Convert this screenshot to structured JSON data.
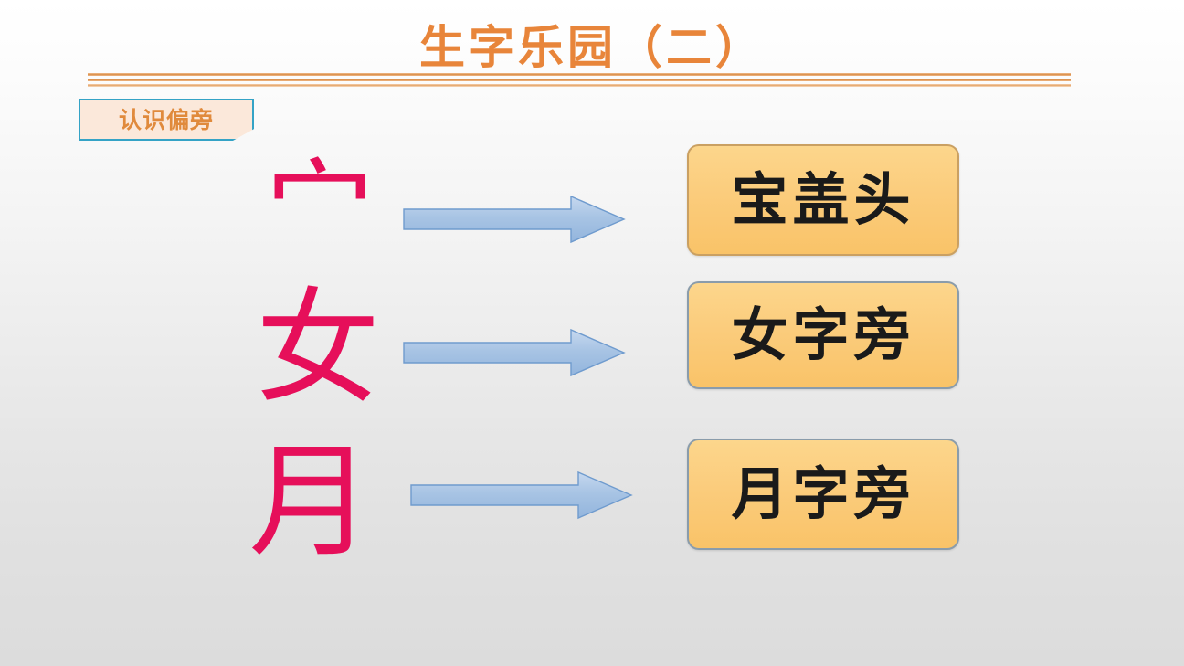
{
  "slide": {
    "title": "生字乐园（二）",
    "title_color": "#e8853a",
    "background_top": "#ffffff",
    "background_bottom": "#dcdcdc",
    "section_label": "认识偏旁",
    "section_label_text_color": "#e08a3c",
    "section_label_border_color": "#34a3c6",
    "section_label_fill_color": "#fbe8da",
    "divider_color": "#d98b45",
    "radical_color": "#e60f5a",
    "answer_box_fill": "#fbcc7c",
    "arrow_fill": "#a8c4e4"
  },
  "rows": [
    {
      "radical": "宀",
      "arrow": "arrow-right",
      "answer": "宝盖头"
    },
    {
      "radical": "女",
      "arrow": "arrow-right",
      "answer": "女字旁"
    },
    {
      "radical": "月",
      "arrow": "arrow-right",
      "answer": "月字旁"
    }
  ]
}
